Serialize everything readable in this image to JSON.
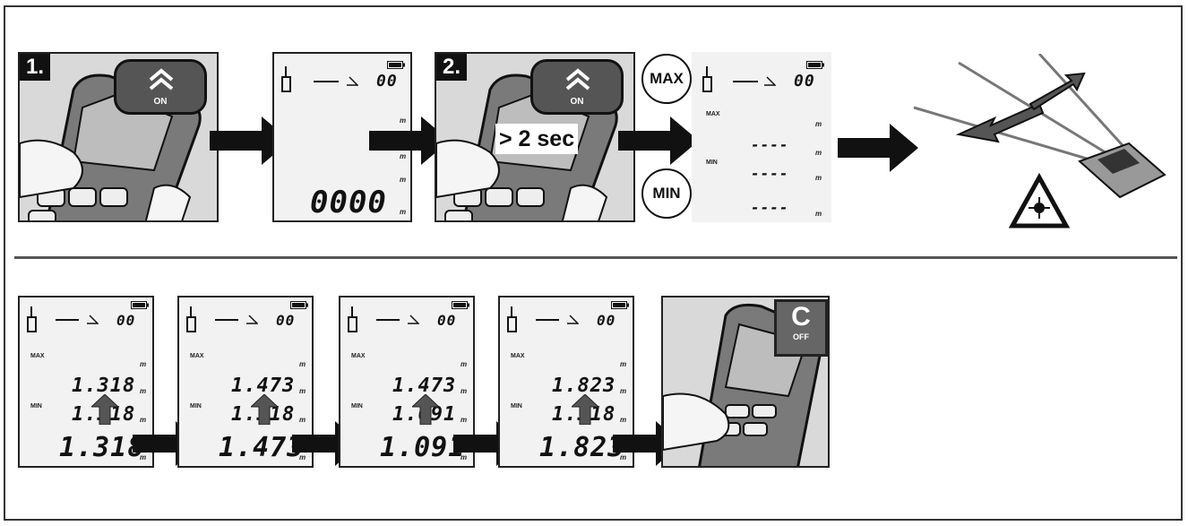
{
  "steps": {
    "step1_label": "1.",
    "step2_label": "2."
  },
  "buttons": {
    "on_label": "ON",
    "off_letter": "C",
    "off_label": "OFF"
  },
  "hold_duration": "> 2 sec",
  "max_label": "MAX",
  "min_label": "MIN",
  "lcd": {
    "angle": "00",
    "small_max": "MAX",
    "small_min": "MIN",
    "unit": "m",
    "initial_reading": "0000",
    "placeholder": "----"
  },
  "sequence": [
    {
      "max": "1.318",
      "min": "1.318",
      "current": "1.318"
    },
    {
      "max": "1.473",
      "min": "1.318",
      "current": "1.473"
    },
    {
      "max": "1.473",
      "min": "1.091",
      "current": "1.091"
    },
    {
      "max": "1.823",
      "min": "1.318",
      "current": "1.823"
    }
  ],
  "icons": [
    "up-chevron-icon",
    "arrow-right-icon",
    "laser-warning-icon",
    "battery-icon",
    "tilt-icon",
    "up-arrow-icon"
  ]
}
